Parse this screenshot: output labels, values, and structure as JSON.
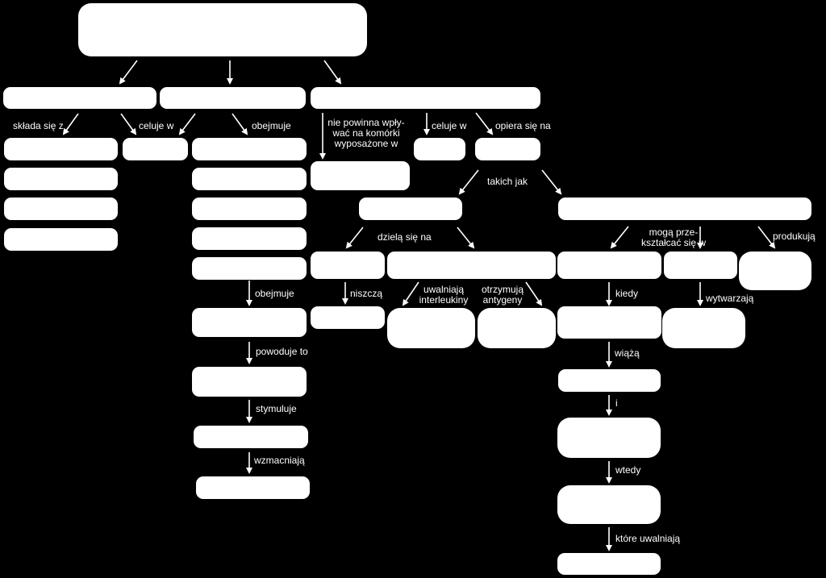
{
  "colors": {
    "background": "#000000",
    "node_fill": "#ffffff",
    "text": "#ffffff",
    "arrow": "#ffffff"
  },
  "labels": {
    "sklada_sie_z": "składa się z",
    "celuje_w_1": "celuje w",
    "obejmuje_1": "obejmuje",
    "nie_powinna_1": "nie powinna wpły-",
    "nie_powinna_2": "wać na komórki",
    "nie_powinna_3": "wyposażone w",
    "celuje_w_2": "celuje w",
    "opiera_sie_na": "opiera się na",
    "takich_jak": "takich jak",
    "dziela_sie_na": "dzielą się na",
    "moga_1": "mogą prze-",
    "moga_2": "kształcać się w",
    "produkuja": "produkują",
    "obejmuje_2": "obejmuje",
    "niszcza": "niszczą",
    "uwalniaja_1": "uwalniają",
    "uwalniaja_2": "interleukiny",
    "otrzymuja_1": "otrzymują",
    "otrzymuja_2": "antygeny",
    "kiedy": "kiedy",
    "wytwarzaja": "wytwarzają",
    "powoduje_to": "powoduje to",
    "wiaza": "wiążą",
    "i": "i",
    "stymuluje": "stymuluje",
    "wzmacniaja": "wzmacniają",
    "wtedy": "wtedy",
    "ktore_uwalniaja": "które uwalniają"
  }
}
